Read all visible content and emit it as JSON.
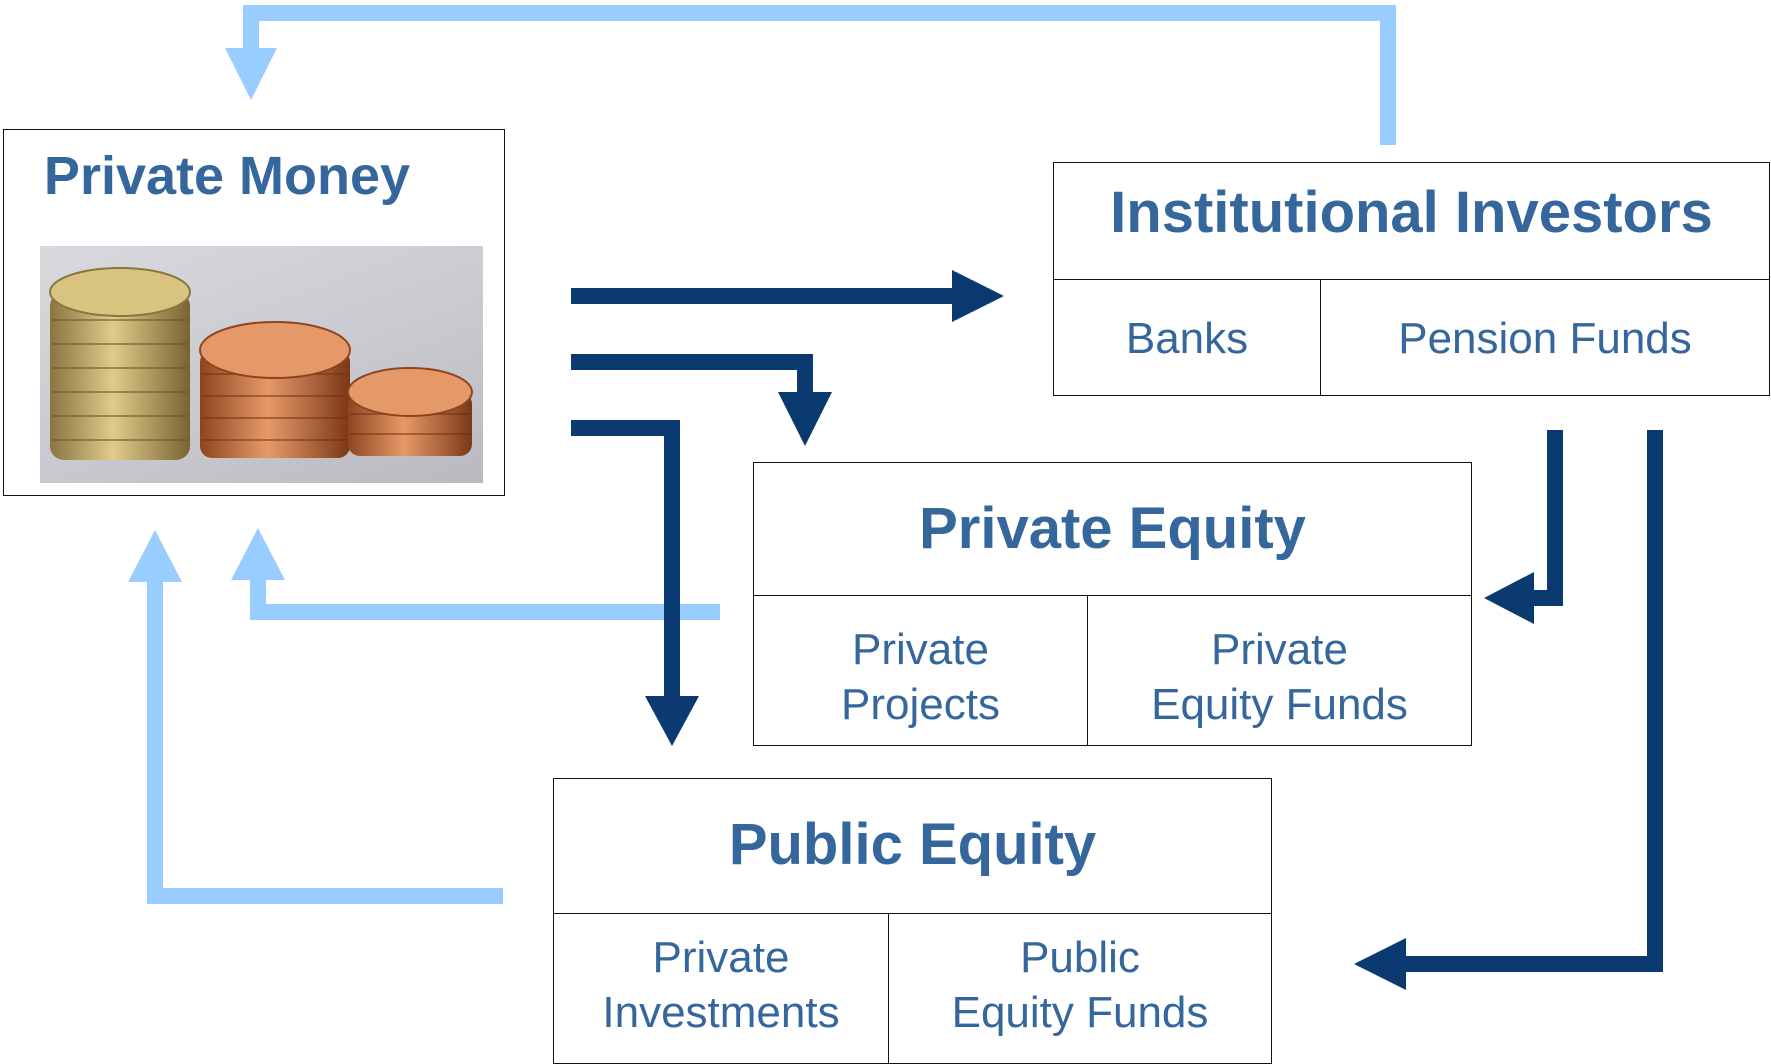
{
  "private_money": {
    "title": "Private Money"
  },
  "institutional": {
    "title": "Institutional Investors",
    "cells": [
      "Banks",
      "Pension Funds"
    ]
  },
  "private_equity": {
    "title": "Private Equity",
    "cells": [
      "Private\nProjects",
      "Private\nEquity Funds"
    ]
  },
  "public_equity": {
    "title": "Public Equity",
    "cells": [
      "Private\nInvestments",
      "Public\nEquity Funds"
    ]
  },
  "colors": {
    "text": "#35669c",
    "outflow_arrow": "#0a3a70",
    "return_arrow": "#99ccff",
    "border": "#111111"
  }
}
